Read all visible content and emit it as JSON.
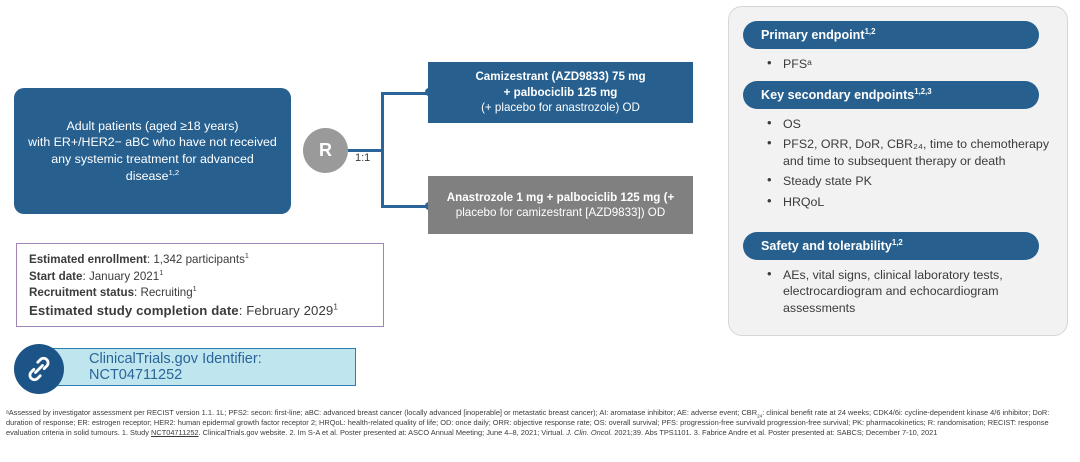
{
  "population": {
    "line1": "Adult patients (aged ≥18 years)",
    "line2": "with ER+/HER2− aBC who have not received",
    "line3": "any systemic treatment for advanced",
    "line4": "disease",
    "line4_sup": "1,2"
  },
  "randomisation": {
    "label": "R",
    "ratio": "1:1"
  },
  "arms": {
    "experimental": {
      "line1": "Camizestrant (AZD9833) 75 mg",
      "line2": "+ palbociclib 125 mg",
      "line3": "(+ placebo for anastrozole) OD",
      "color": "#27608f"
    },
    "control": {
      "line1": "Anastrozole 1 mg + palbociclib 125 mg (+",
      "line2": "placebo for camizestrant [AZD9833]) OD",
      "color": "#808080"
    }
  },
  "study_details": {
    "enrollment_label": "Estimated enrollment",
    "enrollment_value": "1,342 participants",
    "enrollment_sup": "1",
    "start_label": "Start date",
    "start_value": "January 2021",
    "start_sup": "1",
    "status_label": "Recruitment status",
    "status_value": "Recruiting",
    "status_sup": "1",
    "completion_label": "Estimated study completion date",
    "completion_value": "February 2029",
    "completion_sup": "1",
    "border_color": "#a184b5"
  },
  "nct_badge": {
    "icon": "link-icon",
    "text": "ClinicalTrials.gov Identifier: NCT04711252",
    "background": "#bfe6ef",
    "border_color": "#2b7fb0",
    "icon_background": "#1c5487"
  },
  "endpoints": {
    "primary": {
      "title": "Primary endpoint",
      "title_sup": "1,2",
      "items": [
        "PFSᵃ"
      ]
    },
    "secondary": {
      "title": "Key secondary endpoints",
      "title_sup": "1,2,3",
      "items": [
        "OS",
        "PFS2, ORR, DoR, CBR₂₄, time to chemotherapy and time to subsequent therapy or death",
        "Steady state PK",
        "HRQoL"
      ]
    },
    "safety": {
      "title": "Safety and tolerability",
      "title_sup": "1,2",
      "items": [
        "AEs, vital signs, clinical laboratory tests, electrocardiogram and echocardiogram assessments"
      ]
    },
    "pill_color": "#27608f",
    "panel_background": "#f2f2f2"
  },
  "footnotes": {
    "part1": "ᵃAssessed by investigator assessment per RECIST version 1.1. 1L; PFS2: secon: first-line; aBC: advanced breast cancer (locally advanced [inoperable] or metastatic breast cancer); AI: aromatase inhibitor; AE: adverse event; CBR",
    "part1_sub": "24",
    "part2": ": clinical benefit rate at 24 weeks; CDK4/6i: cycline-dependent kinase 4/6 inhibitor; DoR: duration of response; ER: estrogen receptor; HER2: human epidermal growth factor receptor 2; HRQoL: health-related quality of life; OD: once daily; ORR: objective response rate; OS: overall survival; PFS: progression-free survivald progression-free survival; PK: pharmacokinetics; R: randomisation; RECIST: response evaluation criteria in solid tumours. 1. Study ",
    "link": "NCT04711252",
    "part3": ". ClinicalTrials.gov website. 2. Im S-A et al. Poster presented at: ASCO Annual Meeting; June 4–8, 2021; Virtual. ",
    "journal": "J. Clin. Oncol.",
    "part4": " 2021;39. Abs TPS1101. 3. Fabrice Andre et al. Poster presented at: SABCS; December 7-10, 2021"
  }
}
